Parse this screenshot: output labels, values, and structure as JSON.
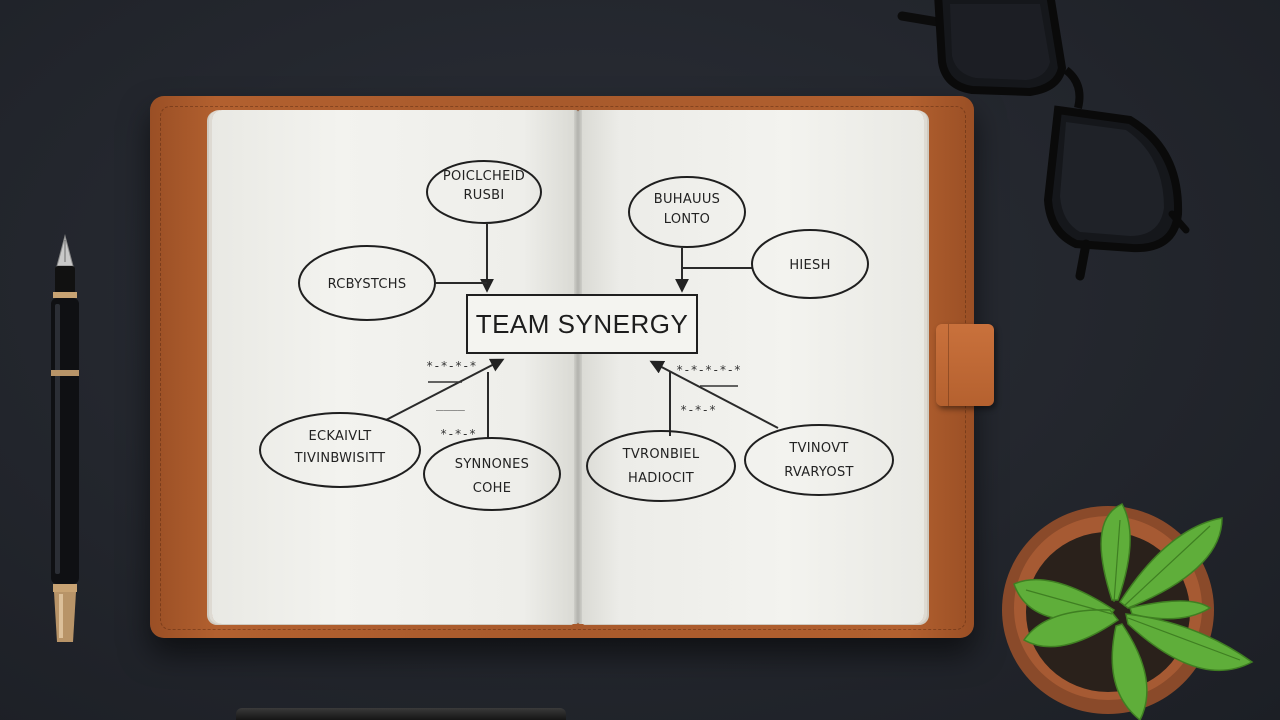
{
  "center_topic": "TEAM SYNERGY",
  "nodes": {
    "top_left_line1": "POICLCHEID",
    "top_left_line2": "RUSBI",
    "mid_left": "RCBYSTCHS",
    "top_right_line1": "BUHAUUS",
    "top_right_line2": "LONTO",
    "mid_right": "HIESH",
    "bottom_left_line1": "ECKAIVLT",
    "bottom_left_line2": "TIVINBWISITT",
    "bottom_center_left_line1": "SYNNONES",
    "bottom_center_left_line2": "COHE",
    "bottom_center_right_line1": "TVRONBIEL",
    "bottom_center_right_line2": "HADIOCIT",
    "bottom_right_line1": "TVINOVT",
    "bottom_right_line2": "RVARYOST"
  },
  "colors": {
    "cover": "#a85a2c",
    "page": "#efefeb",
    "ink": "#222222",
    "desk": "#23262d",
    "leaf": "#5fae3a"
  }
}
